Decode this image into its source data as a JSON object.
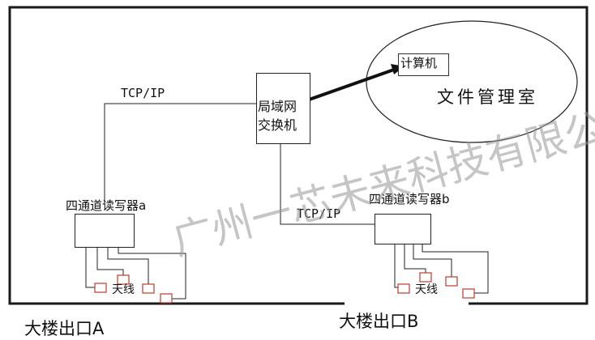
{
  "labels": {
    "computer": "计算机",
    "file_room": "文件管理室",
    "switch_line1": "局域网",
    "switch_line2": "交换机",
    "tcpip_left": "TCP/IP",
    "tcpip_right": "TCP/IP",
    "reader_a": "四通道读写器a",
    "reader_b": "四通道读写器b",
    "antenna_a": "天线",
    "antenna_b": "天线",
    "exit_a": "大楼出口A",
    "exit_b": "大楼出口B"
  },
  "watermark": "广州一芯未来科技有限公司",
  "colors": {
    "line": "#1a1a1a",
    "antenna": "#c0392b",
    "watermark": "#969696"
  }
}
